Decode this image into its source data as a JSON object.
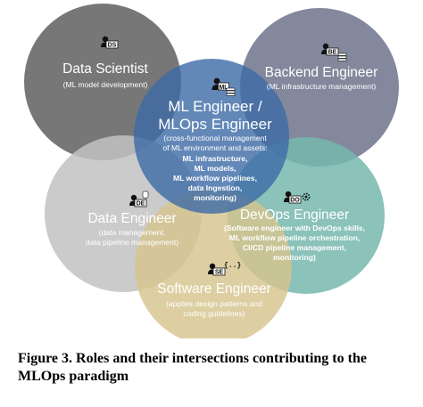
{
  "roles": {
    "data_scientist": {
      "badge": "DS",
      "title": "Data Scientist",
      "subtitle": "(ML model development)",
      "color": "#6d6d6d"
    },
    "backend_engineer": {
      "badge": "BE",
      "title": "Backend Engineer",
      "subtitle": "(ML infrastructure management)",
      "color": "#7a7f96"
    },
    "ml_engineer": {
      "title_line1": "ML Engineer /",
      "title_line2": "MLOps Engineer",
      "desc": [
        "(cross-functional management",
        "of ML environment and assets:",
        "ML infrastructure,",
        "ML models,",
        "ML workflow pipelines,",
        "data Ingestion,",
        "monitoring)"
      ],
      "color": "#3c6aa6"
    },
    "data_engineer": {
      "badge": "DE",
      "title": "Data Engineer",
      "desc": [
        "(data management,",
        "data pipeline management)"
      ],
      "color": "#c2c2c2"
    },
    "devops_engineer": {
      "badge": "DO",
      "title": "DevOps Engineer",
      "desc": [
        "(Software engineer with DevOps skills,",
        "ML workflow pipeline orchestration,",
        "CI/CD pipeline management,",
        "monitoring)"
      ],
      "color": "#77b7ae"
    },
    "software_engineer": {
      "badge": "SE",
      "title": "Software Engineer",
      "desc": [
        "(applies design patterns and",
        "coding guidelines)"
      ],
      "color": "#d6c48e"
    }
  },
  "caption": {
    "line1": "Figure 3. Roles and their intersections contributing to the",
    "line2": "MLOps paradigm"
  }
}
